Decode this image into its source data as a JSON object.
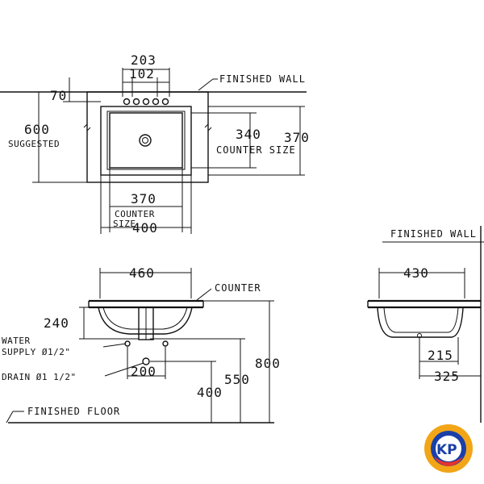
{
  "top_view": {
    "dim_203": "203",
    "dim_102": "102",
    "dim_70": "70",
    "dim_600": "600",
    "suggested": "SUGGESTED",
    "finished_wall": "FINISHED WALL",
    "dim_340": "340",
    "dim_370_right": "370",
    "counter_size": "COUNTER SIZE",
    "dim_370_bottom": "370",
    "counter": "COUNTER",
    "size": "SIZE",
    "dim_400": "400"
  },
  "front_view": {
    "dim_460": "460",
    "counter": "COUNTER",
    "dim_240": "240",
    "water": "WATER",
    "supply": "SUPPLY Ø1/2\"",
    "drain": "DRAIN Ø1 1/2\"",
    "dim_200": "200",
    "dim_800": "800",
    "dim_550": "550",
    "dim_400": "400",
    "finished_floor": "FINISHED FLOOR"
  },
  "side_view": {
    "finished_wall": "FINISHED WALL",
    "dim_430": "430",
    "dim_215": "215",
    "dim_325": "325"
  },
  "logo": {
    "text": "KP",
    "colors": {
      "outer": "#f2a516",
      "inner": "#1a3fa8",
      "accent": "#e3342f"
    }
  }
}
